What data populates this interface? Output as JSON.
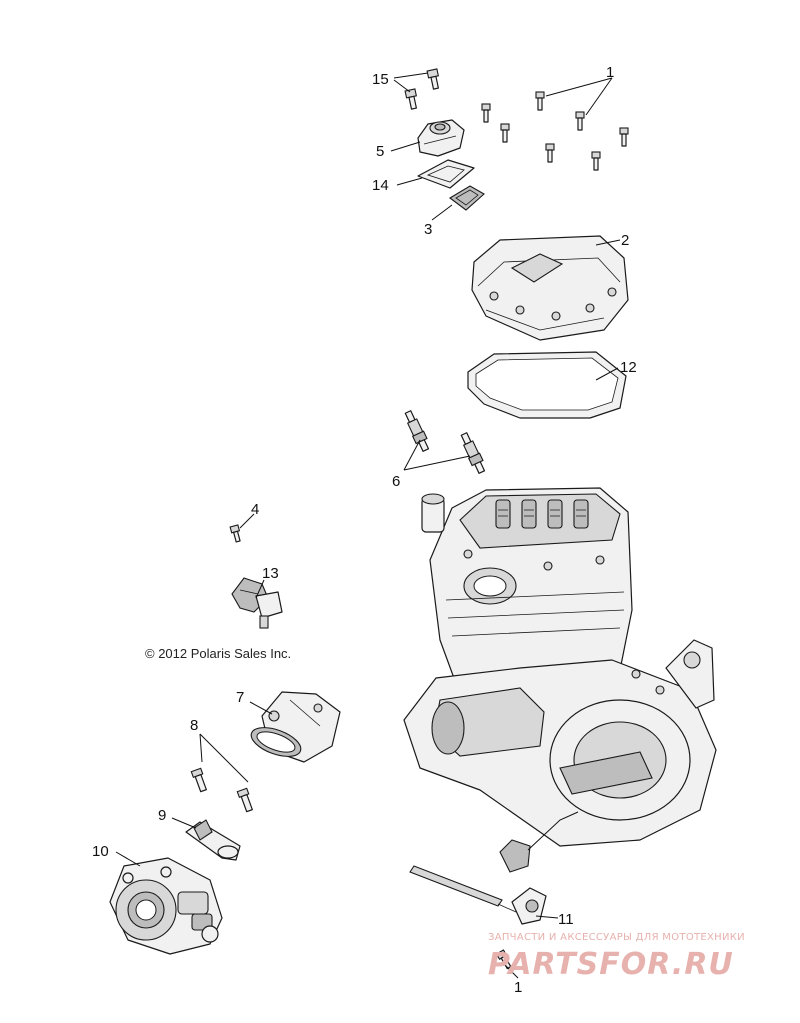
{
  "copyright": "© 2012 Polaris Sales Inc.",
  "watermark": {
    "tagline": "ЗАПЧАСТИ И АКСЕССУАРЫ ДЛЯ МОТОТЕХНИКИ",
    "brand": "PARTSFOR.RU",
    "color": "#e7b1ad"
  },
  "callouts": {
    "c1_top": "1",
    "c15": "15",
    "c5": "5",
    "c14": "14",
    "c3": "3",
    "c2": "2",
    "c12": "12",
    "c6": "6",
    "c4": "4",
    "c13": "13",
    "c7": "7",
    "c8": "8",
    "c9": "9",
    "c10": "10",
    "c11": "11",
    "c1_bottom": "1"
  }
}
